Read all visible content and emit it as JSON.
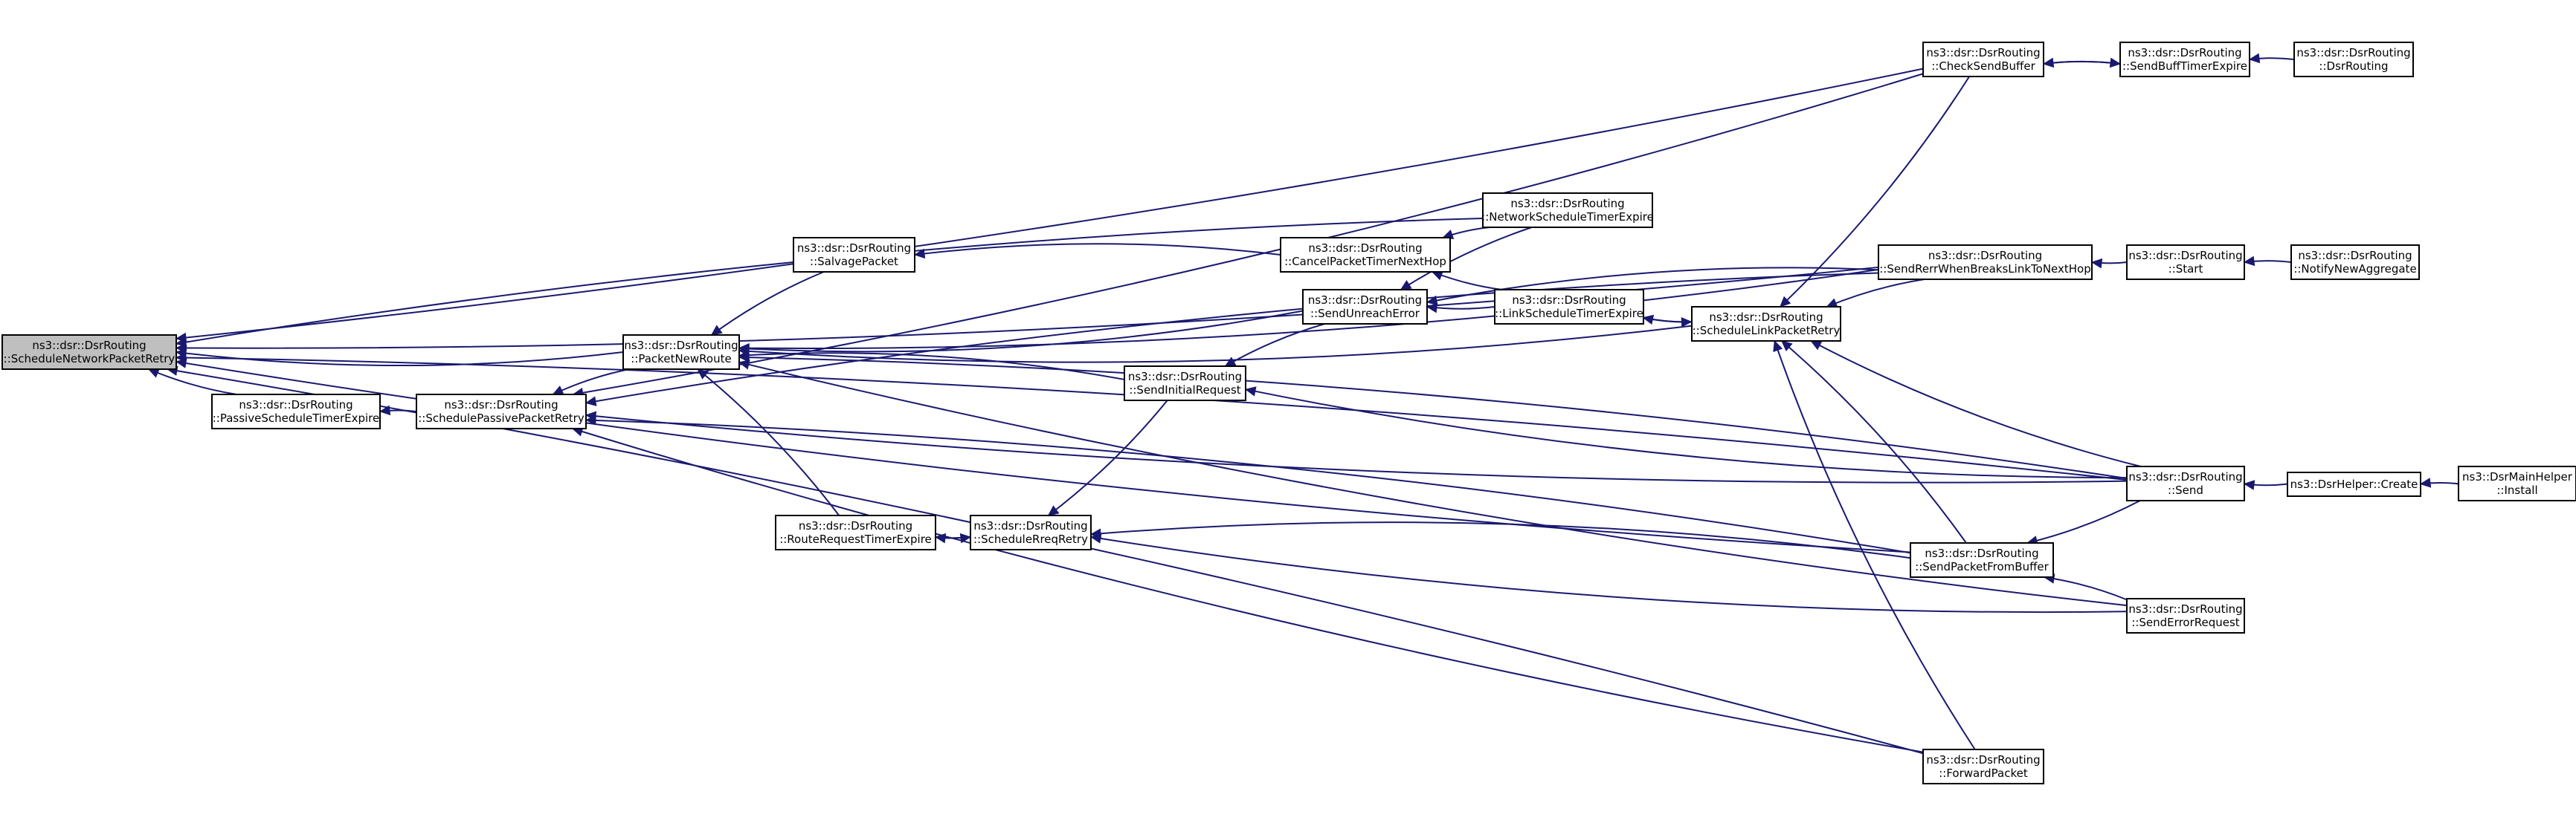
{
  "graph": {
    "edge_color": "#191970",
    "current_fill": "#bfbfbf",
    "nodes": [
      {
        "id": "snpr",
        "lines": [
          "ns3::dsr::DsrRouting",
          "::ScheduleNetworkPacketRetry"
        ],
        "current": true
      },
      {
        "id": "pste",
        "lines": [
          "ns3::dsr::DsrRouting",
          "::PassiveScheduleTimerExpire"
        ]
      },
      {
        "id": "sppr",
        "lines": [
          "ns3::dsr::DsrRouting",
          "::SchedulePassivePacketRetry"
        ]
      },
      {
        "id": "pnr",
        "lines": [
          "ns3::dsr::DsrRouting",
          "::PacketNewRoute"
        ]
      },
      {
        "id": "salv",
        "lines": [
          "ns3::dsr::DsrRouting",
          "::SalvagePacket"
        ]
      },
      {
        "id": "rrte",
        "lines": [
          "ns3::dsr::DsrRouting",
          "::RouteRequestTimerExpire"
        ]
      },
      {
        "id": "srr",
        "lines": [
          "ns3::dsr::DsrRouting",
          "::ScheduleRreqRetry"
        ]
      },
      {
        "id": "sir",
        "lines": [
          "ns3::dsr::DsrRouting",
          "::SendInitialRequest"
        ]
      },
      {
        "id": "cptn",
        "lines": [
          "ns3::dsr::DsrRouting",
          "::CancelPacketTimerNextHop"
        ]
      },
      {
        "id": "sue",
        "lines": [
          "ns3::dsr::DsrRouting",
          "::SendUnreachError"
        ]
      },
      {
        "id": "nste",
        "lines": [
          "ns3::dsr::DsrRouting",
          "::NetworkScheduleTimerExpire"
        ]
      },
      {
        "id": "lste",
        "lines": [
          "ns3::dsr::DsrRouting",
          "::LinkScheduleTimerExpire"
        ]
      },
      {
        "id": "slpr",
        "lines": [
          "ns3::dsr::DsrRouting",
          "::ScheduleLinkPacketRetry"
        ]
      },
      {
        "id": "csb",
        "lines": [
          "ns3::dsr::DsrRouting",
          "::CheckSendBuffer"
        ]
      },
      {
        "id": "srwb",
        "lines": [
          "ns3::dsr::DsrRouting",
          "::SendRerrWhenBreaksLinkToNextHop"
        ]
      },
      {
        "id": "spfb",
        "lines": [
          "ns3::dsr::DsrRouting",
          "::SendPacketFromBuffer"
        ]
      },
      {
        "id": "fwd",
        "lines": [
          "ns3::dsr::DsrRouting",
          "::ForwardPacket"
        ]
      },
      {
        "id": "sbte",
        "lines": [
          "ns3::dsr::DsrRouting",
          "::SendBuffTimerExpire"
        ]
      },
      {
        "id": "ctor",
        "lines": [
          "ns3::dsr::DsrRouting",
          "::DsrRouting"
        ]
      },
      {
        "id": "start",
        "lines": [
          "ns3::dsr::DsrRouting",
          "::Start"
        ]
      },
      {
        "id": "nna",
        "lines": [
          "ns3::dsr::DsrRouting",
          "::NotifyNewAggregate"
        ]
      },
      {
        "id": "send",
        "lines": [
          "ns3::dsr::DsrRouting",
          "::Send"
        ]
      },
      {
        "id": "ser",
        "lines": [
          "ns3::dsr::DsrRouting",
          "::SendErrorRequest"
        ]
      },
      {
        "id": "create",
        "lines": [
          "ns3::DsrHelper::Create"
        ]
      },
      {
        "id": "install",
        "lines": [
          "ns3::DsrMainHelper",
          "::Install"
        ]
      }
    ],
    "edges": [
      {
        "from": "pste",
        "to": "snpr"
      },
      {
        "from": "sppr",
        "to": "pste"
      },
      {
        "from": "pnr",
        "to": "snpr"
      },
      {
        "from": "pnr",
        "to": "sppr"
      },
      {
        "from": "csb",
        "to": "snpr"
      },
      {
        "from": "nste",
        "to": "snpr"
      },
      {
        "from": "srwb",
        "to": "snpr"
      },
      {
        "from": "send",
        "to": "snpr"
      },
      {
        "from": "spfb",
        "to": "snpr"
      },
      {
        "from": "fwd",
        "to": "snpr"
      },
      {
        "from": "csb",
        "to": "sppr"
      },
      {
        "from": "srwb",
        "to": "sppr"
      },
      {
        "from": "send",
        "to": "sppr"
      },
      {
        "from": "spfb",
        "to": "sppr"
      },
      {
        "from": "fwd",
        "to": "sppr"
      },
      {
        "from": "salv",
        "to": "pnr"
      },
      {
        "from": "sue",
        "to": "pnr"
      },
      {
        "from": "sir",
        "to": "pnr"
      },
      {
        "from": "slpr",
        "to": "pnr"
      },
      {
        "from": "rrte",
        "to": "pnr"
      },
      {
        "from": "srwb",
        "to": "pnr"
      },
      {
        "from": "send",
        "to": "pnr"
      },
      {
        "from": "ser",
        "to": "pnr"
      },
      {
        "from": "cptn",
        "to": "salv"
      },
      {
        "from": "srr",
        "to": "rrte"
      },
      {
        "from": "rrte",
        "to": "srr"
      },
      {
        "from": "sir",
        "to": "srr"
      },
      {
        "from": "spfb",
        "to": "srr"
      },
      {
        "from": "ser",
        "to": "srr"
      },
      {
        "from": "sue",
        "to": "sir"
      },
      {
        "from": "send",
        "to": "sir"
      },
      {
        "from": "nste",
        "to": "cptn"
      },
      {
        "from": "lste",
        "to": "cptn"
      },
      {
        "from": "nste",
        "to": "sue"
      },
      {
        "from": "lste",
        "to": "sue"
      },
      {
        "from": "srwb",
        "to": "sue"
      },
      {
        "from": "slpr",
        "to": "lste"
      },
      {
        "from": "lste",
        "to": "slpr"
      },
      {
        "from": "csb",
        "to": "slpr"
      },
      {
        "from": "srwb",
        "to": "slpr"
      },
      {
        "from": "send",
        "to": "slpr"
      },
      {
        "from": "spfb",
        "to": "slpr"
      },
      {
        "from": "fwd",
        "to": "slpr"
      },
      {
        "from": "sbte",
        "to": "csb"
      },
      {
        "from": "csb",
        "to": "sbte"
      },
      {
        "from": "ctor",
        "to": "sbte"
      },
      {
        "from": "start",
        "to": "srwb"
      },
      {
        "from": "nna",
        "to": "start"
      },
      {
        "from": "send",
        "to": "spfb"
      },
      {
        "from": "ser",
        "to": "spfb"
      },
      {
        "from": "create",
        "to": "send"
      },
      {
        "from": "install",
        "to": "create"
      }
    ]
  }
}
